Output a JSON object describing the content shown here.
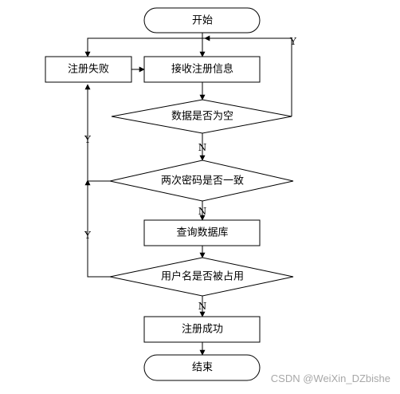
{
  "flowchart": {
    "start": "开始",
    "receive": "接收注册信息",
    "register_failed": "注册失败",
    "check_empty": "数据是否为空",
    "check_password_match": "两次密码是否一致",
    "query_database": "查询数据库",
    "check_username_taken": "用户名是否被占用",
    "register_success": "注册成功",
    "end": "结束"
  },
  "edge_labels": {
    "empty_yes": "Y",
    "empty_no": "N",
    "password_yes": "Y",
    "password_no": "N",
    "username_yes": "Y",
    "username_no": "N"
  },
  "watermark": "CSDN @WeiXin_DZbishe"
}
